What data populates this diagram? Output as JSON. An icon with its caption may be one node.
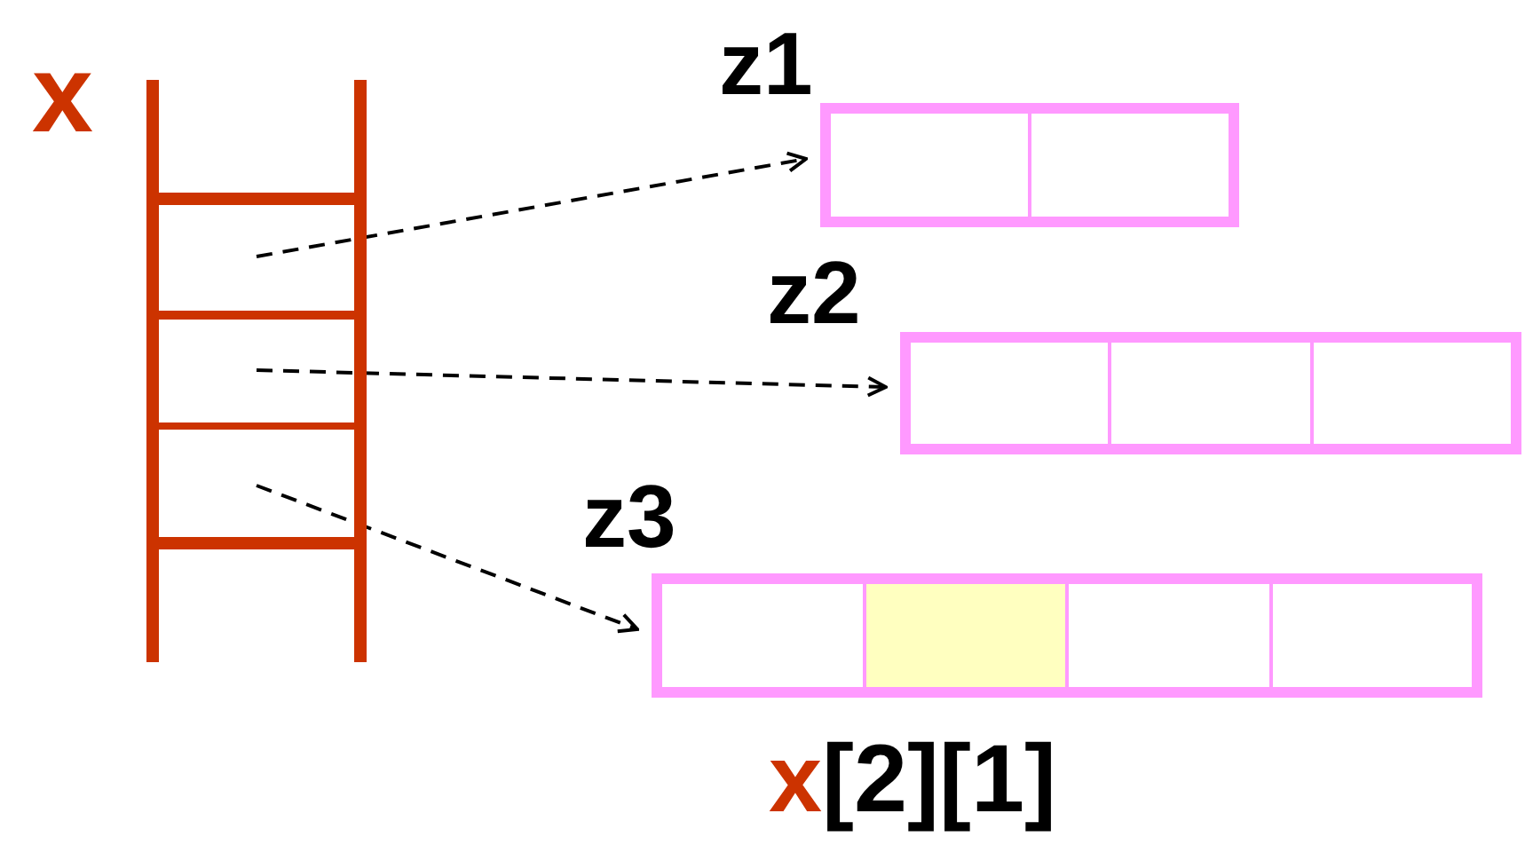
{
  "diagram": {
    "nodes": [
      {
        "text": [
          "x"
        ]
      },
      {
        "text": [],
        "shape": "box",
        "in": 0
      },
      {
        "text": [],
        "shape": "box",
        "in": 0
      },
      {
        "text": [],
        "shape": "box",
        "in": 0
      },
      {
        "text": [
          "z1"
        ]
      },
      {
        "text": [],
        "shape": "box",
        "in": 4
      },
      {
        "text": [],
        "shape": "box",
        "in": 4
      },
      {
        "text": [
          "z2"
        ]
      },
      {
        "text": [],
        "shape": "box",
        "in": 7
      },
      {
        "text": [],
        "shape": "box",
        "in": 7
      },
      {
        "text": [],
        "shape": "box",
        "in": 7
      },
      {
        "text": [
          "z3"
        ]
      },
      {
        "text": [],
        "shape": "box",
        "in": 11
      },
      {
        "text": [],
        "shape": "box",
        "in": 11
      },
      {
        "text": [],
        "shape": "box",
        "in": 11
      },
      {
        "text": [],
        "shape": "box",
        "in": 11
      }
    ],
    "edges": [
      {
        "from": 1,
        "to": 4,
        "arrow": "to",
        "style": "dashed"
      },
      {
        "from": 2,
        "to": 7,
        "arrow": "to",
        "style": "dashed"
      },
      {
        "from": 3,
        "to": 11,
        "arrow": "to",
        "style": "dashed"
      }
    ],
    "labels": [
      "x",
      "[2][1]"
    ]
  }
}
